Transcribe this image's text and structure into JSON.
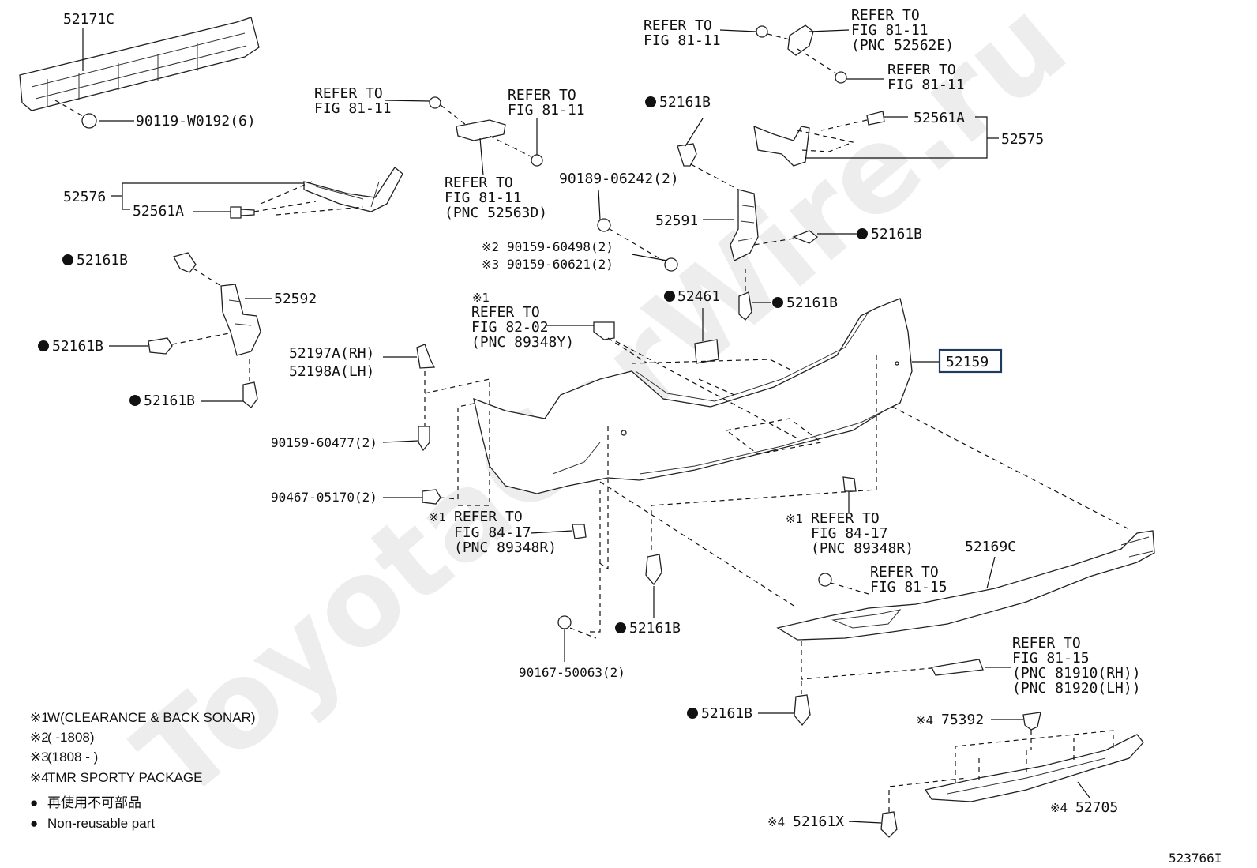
{
  "watermark": "ToyotaCarWire.ru",
  "diagram_id": "523766I",
  "highlighted_part": "52159",
  "labels": {
    "p52171C": "52171C",
    "p90119": "90119-W0192(6)",
    "p52576": "52576",
    "p52561A_left": "52561A",
    "p52161B_1": "52161B",
    "p52592": "52592",
    "p52161B_2": "52161B",
    "p52161B_3": "52161B",
    "ref1_l1": "REFER TO",
    "ref1_l2": "FIG 81-11",
    "ref2_l1": "REFER TO",
    "ref2_l2": "FIG 81-11",
    "ref3_l1": "REFER TO",
    "ref3_l2": "FIG 81-11",
    "ref3_l3": "(PNC 52563D)",
    "ref4_l1": "REFER TO",
    "ref4_l2": "FIG 81-11",
    "ref5_l1": "REFER TO",
    "ref5_l2": "FIG 81-11",
    "ref5_l3": "(PNC 52562E)",
    "ref6_l1": "REFER TO",
    "ref6_l2": "FIG 81-11",
    "p52161B_4": "52161B",
    "p52561A_right": "52561A",
    "p52575": "52575",
    "p90189": "90189-06242(2)",
    "p52591": "52591",
    "p52161B_5": "52161B",
    "mark2": "※2",
    "p90159_60498": "90159-60498(2)",
    "mark3": "※3",
    "p90159_60621": "90159-60621(2)",
    "p52461": "52461",
    "p52161B_6": "52161B",
    "mark1a": "※1",
    "ref7_l1": "REFER TO",
    "ref7_l2": "FIG 82-02",
    "ref7_l3": "(PNC 89348Y)",
    "p52197A": "52197A(RH)",
    "p52198A": "52198A(LH)",
    "p52159": "52159",
    "p90159_60477": "90159-60477(2)",
    "p90467": "90467-05170(2)",
    "mark1b": "※1",
    "ref8_l1": "REFER TO",
    "ref8_l2": "FIG 84-17",
    "ref8_l3": "(PNC 89348R)",
    "mark1c": "※1",
    "ref9_l1": "REFER TO",
    "ref9_l2": "FIG 84-17",
    "ref9_l3": "(PNC 89348R)",
    "p52169C": "52169C",
    "ref10_l1": "REFER TO",
    "ref10_l2": "FIG 81-15",
    "p52161B_7": "52161B",
    "p90167": "90167-50063(2)",
    "ref11_l1": "REFER TO",
    "ref11_l2": "FIG 81-15",
    "ref11_l3": "(PNC 81910(RH))",
    "ref11_l4": "(PNC 81920(LH))",
    "p52161B_8": "52161B",
    "mark4a": "※4",
    "p75392": "75392",
    "mark4b": "※4",
    "p52705": "52705",
    "mark4c": "※4",
    "p52161X": "52161X"
  },
  "legend": [
    {
      "mark": "※1",
      "text": "W(CLEARANCE & BACK SONAR)"
    },
    {
      "mark": "※2",
      "text": "(        -1808)"
    },
    {
      "mark": "※3",
      "text": "(1808 -        )"
    },
    {
      "mark": "※4",
      "text": "TMR SPORTY PACKAGE"
    },
    {
      "mark": "●",
      "text": "再使用不可部品"
    },
    {
      "mark": "●",
      "text": "Non-reusable part"
    }
  ]
}
